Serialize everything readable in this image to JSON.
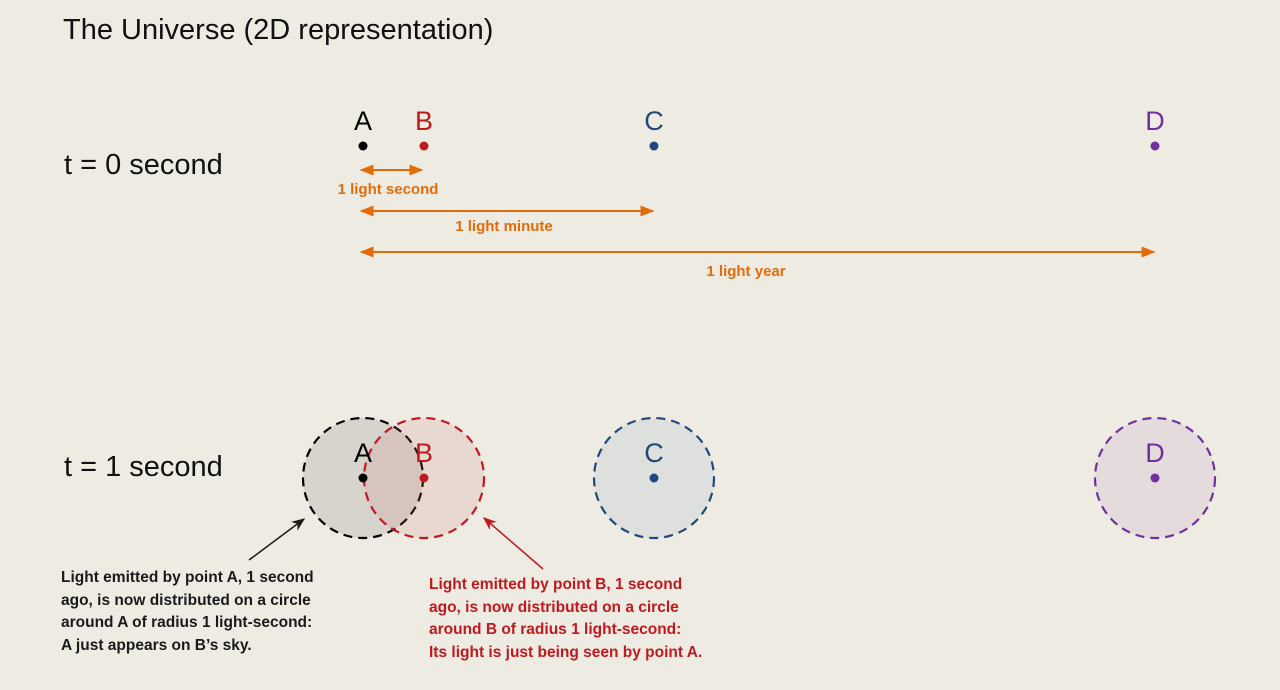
{
  "title": "The Universe (2D representation)",
  "time_labels": {
    "t0": "t = 0 second",
    "t1": "t = 1 second"
  },
  "points": [
    {
      "label": "A",
      "color": "#000000"
    },
    {
      "label": "B",
      "color": "#c0191f"
    },
    {
      "label": "C",
      "color": "#1f497d"
    },
    {
      "label": "D",
      "color": "#7030a0"
    }
  ],
  "distances": [
    {
      "label": "1 light second"
    },
    {
      "label": "1 light minute"
    },
    {
      "label": "1 light year"
    }
  ],
  "distance_color": "#e36c0a",
  "notes": {
    "a": {
      "color": "#1a1a1a",
      "lines": [
        "Light emitted by point A, 1 second",
        "ago, is now distributed  on a circle",
        "around  A of radius  1 light-second:",
        "A just appears on B’s sky."
      ]
    },
    "b": {
      "color": "#c0191f",
      "lines": [
        "Light emitted by point B, 1 second",
        "ago,  is now distributed  on a circle",
        "around  B of radius  1 light-second:",
        "Its light is just being seen by point A."
      ]
    }
  }
}
